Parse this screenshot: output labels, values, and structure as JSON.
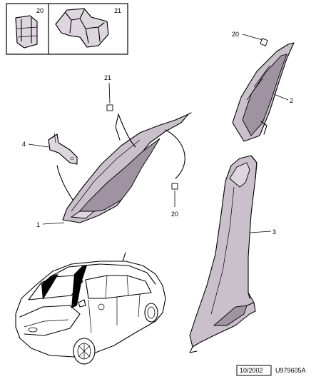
{
  "inset": {
    "left_ref": "20",
    "right_ref": "21"
  },
  "callouts": {
    "c20_top": "20",
    "c21_mid": "21",
    "c2": "2",
    "c4": "4",
    "c1": "1",
    "c20_bottom": "20",
    "c3": "3"
  },
  "footer": {
    "date": "10/2002",
    "code": "U979605A"
  }
}
